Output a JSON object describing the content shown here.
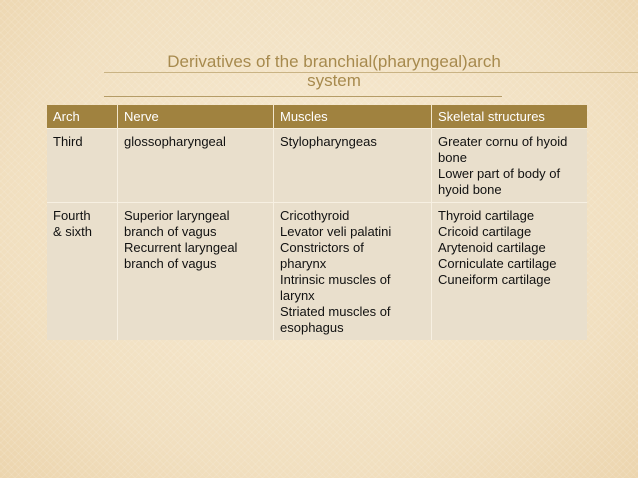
{
  "slide": {
    "title_line1": "Derivatives of the branchial(pharyngeal)arch",
    "title_line2": "system"
  },
  "table": {
    "headers": [
      "Arch",
      "Nerve",
      "Muscles",
      "Skeletal structures"
    ],
    "rows": [
      {
        "arch": [
          "Third"
        ],
        "nerve": [
          "glossopharyngeal"
        ],
        "muscles": [
          "Stylopharyngeas"
        ],
        "skeletal": [
          "Greater cornu of hyoid",
          "bone",
          "Lower part of body of",
          "hyoid bone"
        ]
      },
      {
        "arch": [
          "Fourth",
          "& sixth"
        ],
        "nerve": [
          "Superior laryngeal",
          "branch of vagus",
          "Recurrent laryngeal",
          "branch of vagus"
        ],
        "muscles": [
          "Cricothyroid",
          "Levator veli palatini",
          "Constrictors of",
          "pharynx",
          "Intrinsic muscles of",
          "larynx",
          "Striated muscles of",
          "esophagus"
        ],
        "skeletal": [
          "Thyroid cartilage",
          "Cricoid cartilage",
          "Arytenoid cartilage",
          "Corniculate cartilage",
          "Cuneiform cartilage"
        ]
      }
    ]
  }
}
